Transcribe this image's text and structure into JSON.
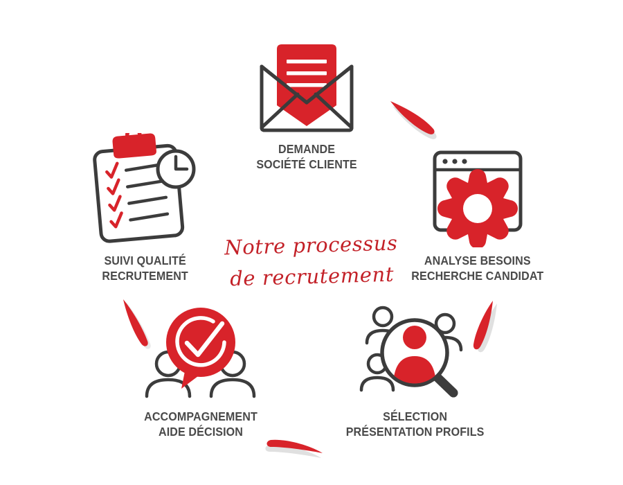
{
  "page": {
    "title": "Notre processus de recrutement",
    "background_color": "#ffffff",
    "accent_red": "#d8232a",
    "dark_gray": "#3c3c3c",
    "label_gray": "#4a4a4a"
  },
  "center": {
    "line1": "Notre processus",
    "line2": "de recrutement",
    "color": "#c32128"
  },
  "steps": [
    {
      "id": "demande",
      "icon": "envelope-icon",
      "label_line1": "DEMANDE",
      "label_line2": "SOCIÉTÉ CLIENTE"
    },
    {
      "id": "analyse",
      "icon": "browser-gear-icon",
      "label_line1": "ANALYSE BESOINS",
      "label_line2": "RECHERCHE CANDIDAT"
    },
    {
      "id": "selection",
      "icon": "magnifier-people-icon",
      "label_line1": "SÉLECTION",
      "label_line2": "PRÉSENTATION PROFILS"
    },
    {
      "id": "accompagnement",
      "icon": "speech-bubble-check-people-icon",
      "label_line1": "ACCOMPAGNEMENT",
      "label_line2": "AIDE DÉCISION"
    },
    {
      "id": "suivi",
      "icon": "clipboard-checklist-clock-icon",
      "label_line1": "SUIVI QUALITÉ",
      "label_line2": "RECRUTEMENT"
    }
  ],
  "arrows": [
    {
      "id": "arrow-top-right",
      "name": "red-swoosh-arrow"
    },
    {
      "id": "arrow-right-bottom",
      "name": "red-swoosh-arrow"
    },
    {
      "id": "arrow-bottom",
      "name": "red-swoosh-arrow"
    },
    {
      "id": "arrow-left-bottom",
      "name": "red-swoosh-arrow"
    }
  ]
}
